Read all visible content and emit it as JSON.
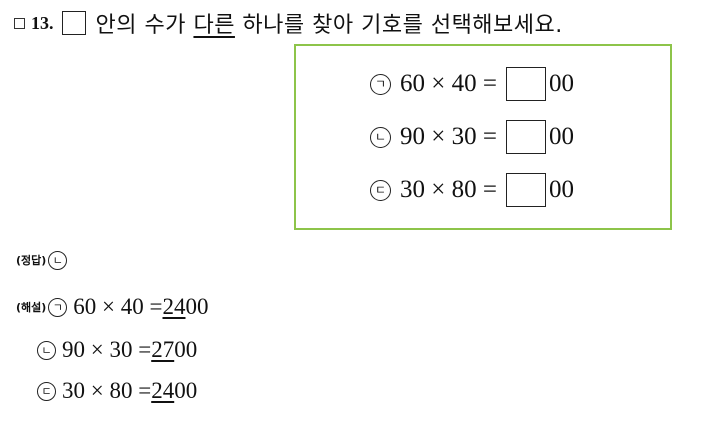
{
  "question": {
    "number": "13.",
    "text_before_underline": "안의 수가 ",
    "underlined": "다른",
    "text_after_underline": " 하나를 찾아 기호를 선택해보세요."
  },
  "problem": {
    "items": [
      {
        "symbol": "ㄱ",
        "expression": "60 × 40 =",
        "suffix": "00"
      },
      {
        "symbol": "ㄴ",
        "expression": "90 × 30 =",
        "suffix": "00"
      },
      {
        "symbol": "ㄷ",
        "expression": "30 × 80 =",
        "suffix": "00"
      }
    ]
  },
  "answer": {
    "label": "(정답)",
    "symbol": "ㄴ"
  },
  "explanation": {
    "label": "(해설)",
    "items": [
      {
        "symbol": "ㄱ",
        "expression": "60 × 40 =",
        "result_underlined": "24",
        "result_rest": "00"
      },
      {
        "symbol": "ㄴ",
        "expression": "90 × 30 =",
        "result_underlined": "27",
        "result_rest": "00"
      },
      {
        "symbol": "ㄷ",
        "expression": "30 × 80 =",
        "result_underlined": "24",
        "result_rest": "00"
      }
    ]
  },
  "colors": {
    "frame": "#8dc44a",
    "text": "#111111"
  }
}
